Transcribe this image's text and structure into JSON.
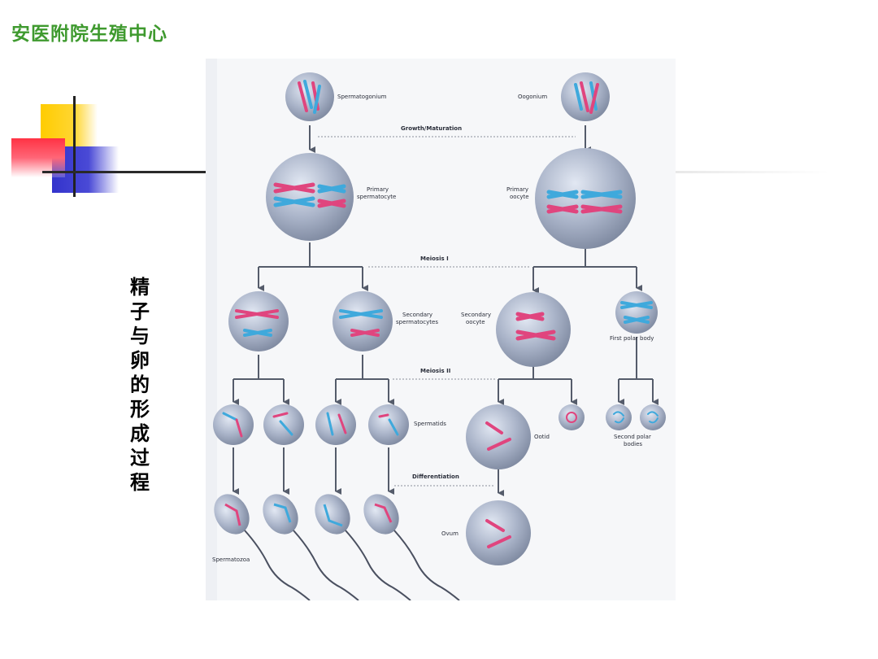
{
  "header": {
    "title": "安医附院生殖中心"
  },
  "slide_title": "精子与卵的形成过程",
  "diagram": {
    "labels": {
      "spermatogonium": "Spermatogonium",
      "oogonium": "Oogonium",
      "growth": "Growth/Maturation",
      "primary_spermatocyte_1": "Primary",
      "primary_spermatocyte_2": "spermatocyte",
      "primary_oocyte_1": "Primary",
      "primary_oocyte_2": "oocyte",
      "meiosis1": "Meiosis I",
      "secondary_spermatocytes_1": "Secondary",
      "secondary_spermatocytes_2": "spermatocytes",
      "secondary_oocyte_1": "Secondary",
      "secondary_oocyte_2": "oocyte",
      "first_polar_body": "First polar body",
      "meiosis2": "Meiosis II",
      "spermatids": "Spermatids",
      "ootid": "Ootid",
      "second_polar_1": "Second polar",
      "second_polar_2": "bodies",
      "differentiation": "Differentiation",
      "ovum": "Ovum",
      "spermatozoa": "Spermatozoa"
    }
  },
  "colors": {
    "title_green": "#3f9a2f",
    "pink_chromosome": "#e0457e",
    "blue_chromosome": "#3fa9dc",
    "cell": "#a9b3c9",
    "arrow": "#555c6b",
    "deco_yellow": "#ffcc00",
    "deco_red": "#ff3333",
    "deco_blue": "#3333cc"
  }
}
